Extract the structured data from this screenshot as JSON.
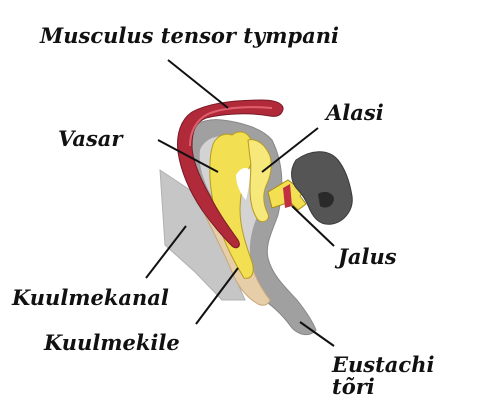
{
  "labels": {
    "tensor": "Musculus tensor tympani",
    "alasi": "Alasi",
    "vasar": "Vasar",
    "jalus": "Jalus",
    "kuulmekanal": "Kuulmekanal",
    "kuulmekile": "Kuulmekile",
    "eustachi_line1": "Eustachi",
    "eustachi_line2": "tõri"
  },
  "colors": {
    "canal": "#c6c6c6",
    "ossicle": "#f2e052",
    "drum": "#e6cfa8",
    "cavity": "#a0a0a0",
    "muscle": "#b02a3a",
    "inner_ear": "#555555",
    "leader": "#111111"
  }
}
